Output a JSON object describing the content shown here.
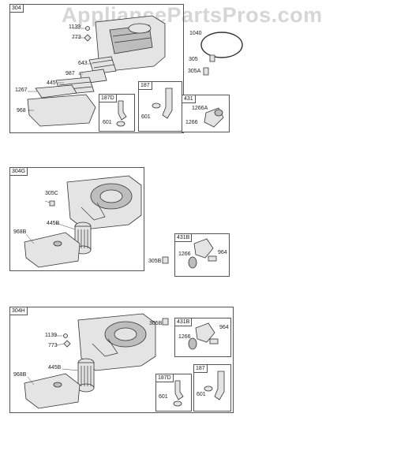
{
  "watermark": "AppliancePartsPros.com",
  "panels": [
    {
      "tag": "304",
      "labels": {
        "p1139": "1139",
        "p773": "773",
        "p643": "643",
        "p987": "987",
        "p445": "445",
        "p1267": "1267",
        "p968": "968"
      },
      "side_labels": {
        "p1040": "1040",
        "p305": "305",
        "p305a": "305A"
      },
      "subpanels": [
        {
          "tag": "187D",
          "labels": [
            "601"
          ]
        },
        {
          "tag": "187",
          "labels": [
            "601"
          ]
        },
        {
          "tag": "431",
          "labels": [
            "1266A",
            "1266"
          ]
        }
      ]
    },
    {
      "tag": "304G",
      "labels": {
        "p305c": "305C",
        "p445b": "445B",
        "p968b": "968B"
      },
      "side_labels": {
        "p305b": "305B"
      },
      "subpanels": [
        {
          "tag": "431B",
          "labels": [
            "1266",
            "964"
          ]
        }
      ]
    },
    {
      "tag": "304H",
      "labels": {
        "p1139": "1139",
        "p773": "773",
        "p445b": "445B",
        "p968b": "968B",
        "p305b": "305B"
      },
      "subpanels": [
        {
          "tag": "431B",
          "labels": [
            "1266",
            "964"
          ]
        },
        {
          "tag": "187D",
          "labels": [
            "601"
          ]
        },
        {
          "tag": "187",
          "labels": [
            "601"
          ]
        }
      ]
    }
  ]
}
